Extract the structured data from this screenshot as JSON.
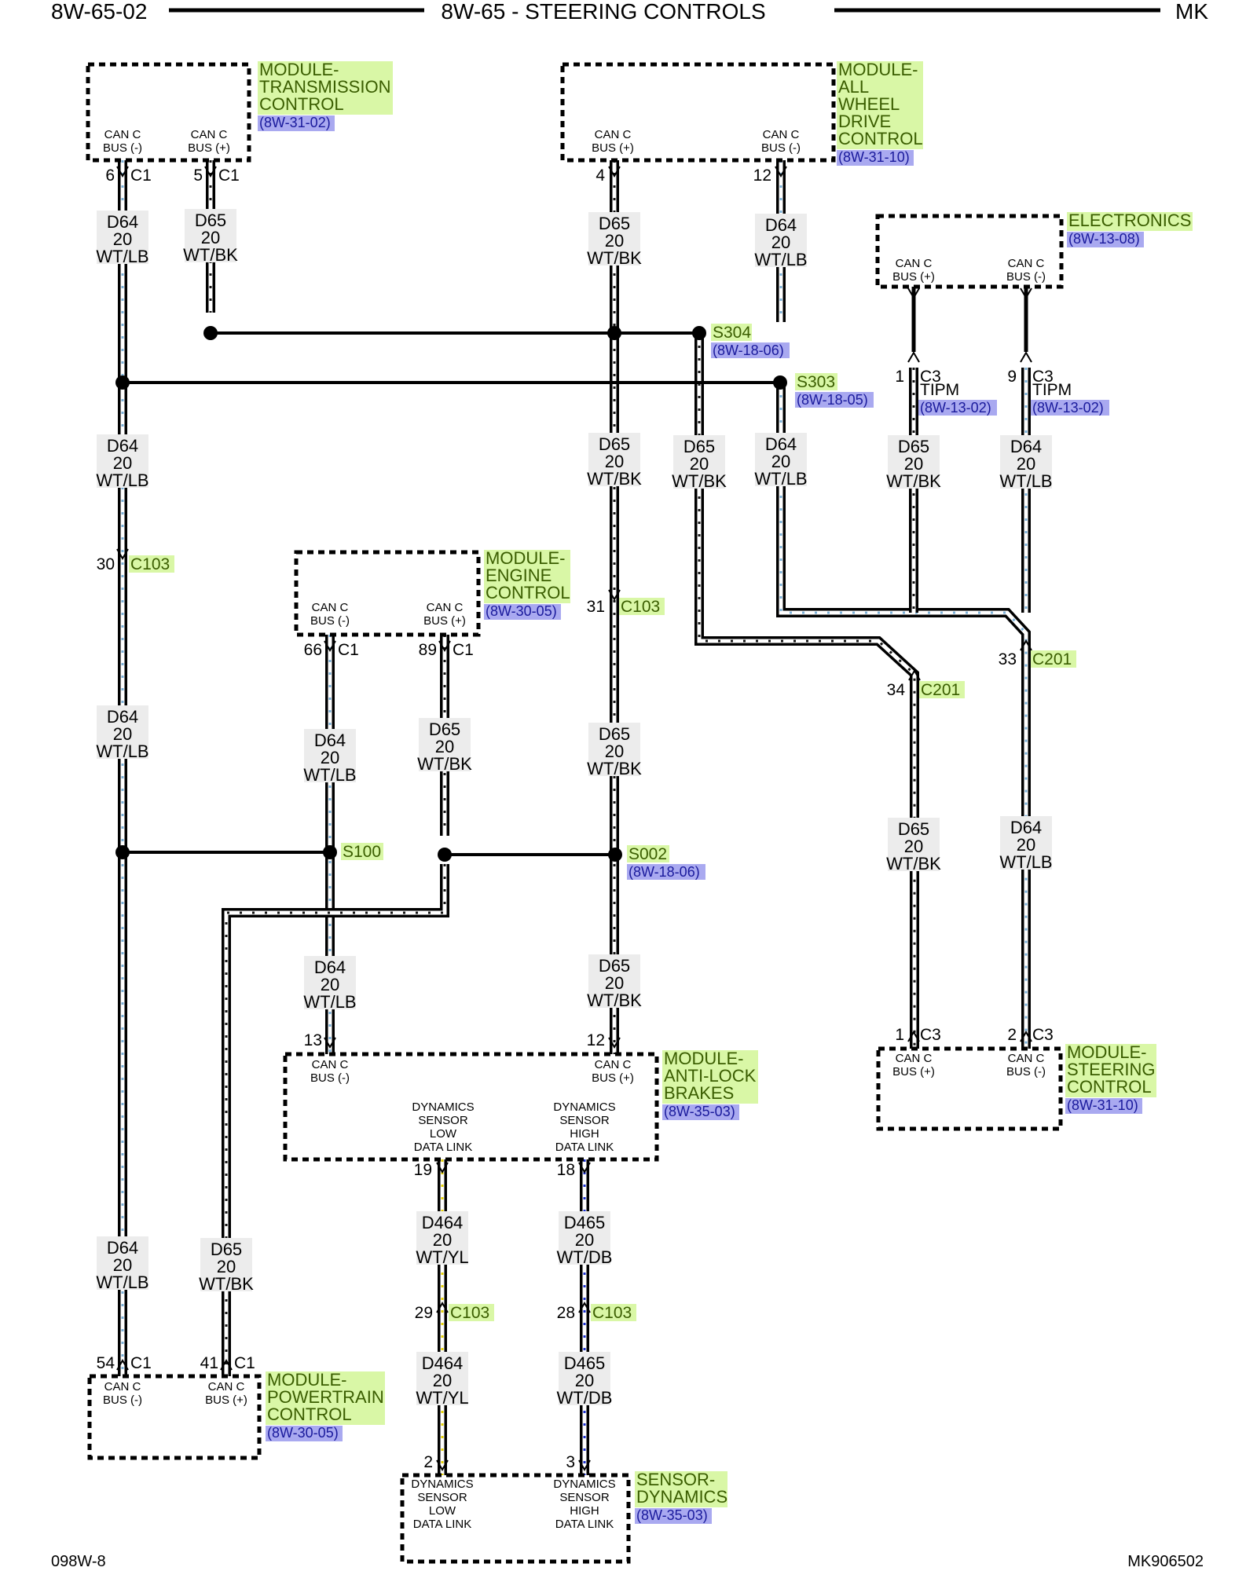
{
  "header": {
    "left": "8W-65-02",
    "center": "8W-65 - STEERING CONTROLS",
    "right": "MK"
  },
  "footer": {
    "left": "098W-8",
    "right": "MK906502"
  },
  "colors": {
    "wt_lb_stripe": "#7ab0d8",
    "wt_bk_stripe": "#111111",
    "wt_yl_stripe": "#e6d200",
    "wt_db_stripe": "#1a2fd0",
    "name_bg": "#d9f7a6",
    "ref_bg": "#a9a9f0"
  },
  "modules": {
    "tcm": {
      "name": [
        "MODULE-",
        "TRANSMISSION",
        "CONTROL"
      ],
      "ref": "(8W-31-02)",
      "pins": [
        [
          "CAN C",
          "BUS (-)"
        ],
        [
          "CAN C",
          "BUS (+)"
        ]
      ]
    },
    "awd": {
      "name": [
        "MODULE-",
        "ALL",
        "WHEEL",
        "DRIVE",
        "CONTROL"
      ],
      "ref": "(8W-31-10)",
      "pins": [
        [
          "CAN C",
          "BUS (+)"
        ],
        [
          "CAN C",
          "BUS (-)"
        ]
      ]
    },
    "elec": {
      "name": [
        "ELECTRONICS"
      ],
      "ref": "(8W-13-08)",
      "pins": [
        [
          "CAN C",
          "BUS (+)"
        ],
        [
          "CAN C",
          "BUS (-)"
        ]
      ]
    },
    "ecm": {
      "name": [
        "MODULE-",
        "ENGINE",
        "CONTROL"
      ],
      "ref": "(8W-30-05)",
      "pins": [
        [
          "CAN C",
          "BUS (-)"
        ],
        [
          "CAN C",
          "BUS (+)"
        ]
      ]
    },
    "abs": {
      "name": [
        "MODULE-",
        "ANTI-LOCK",
        "BRAKES"
      ],
      "ref": "(8W-35-03)",
      "pins": [
        [
          "CAN C",
          "BUS (-)"
        ],
        [
          "CAN C",
          "BUS (+)"
        ],
        [
          "DYNAMICS",
          "SENSOR",
          "LOW",
          "DATA LINK"
        ],
        [
          "DYNAMICS",
          "SENSOR",
          "HIGH",
          "DATA LINK"
        ]
      ]
    },
    "scm": {
      "name": [
        "MODULE-",
        "STEERING",
        "CONTROL"
      ],
      "ref": "(8W-31-10)",
      "pins": [
        [
          "CAN C",
          "BUS (+)"
        ],
        [
          "CAN C",
          "BUS (-)"
        ]
      ]
    },
    "pcm": {
      "name": [
        "MODULE-",
        "POWERTRAIN",
        "CONTROL"
      ],
      "ref": "(8W-30-05)",
      "pins": [
        [
          "CAN C",
          "BUS (-)"
        ],
        [
          "CAN C",
          "BUS (+)"
        ]
      ]
    },
    "sens": {
      "name": [
        "SENSOR-",
        "DYNAMICS"
      ],
      "ref": "(8W-35-03)",
      "pins": [
        [
          "DYNAMICS",
          "SENSOR",
          "LOW",
          "DATA LINK"
        ],
        [
          "DYNAMICS",
          "SENSOR",
          "HIGH",
          "DATA LINK"
        ]
      ]
    }
  },
  "splices": {
    "s304": {
      "name": "S304",
      "ref": "(8W-18-06)"
    },
    "s303": {
      "name": "S303",
      "ref": "(8W-18-05)"
    },
    "s100": {
      "name": "S100"
    },
    "s002": {
      "name": "S002",
      "ref": "(8W-18-06)"
    }
  },
  "tipm": {
    "label": "TIPM",
    "ref": "(8W-13-02)"
  },
  "wires": {
    "d64": [
      "D64",
      "20",
      "WT/LB"
    ],
    "d65": [
      "D65",
      "20",
      "WT/BK"
    ],
    "d464": [
      "D464",
      "20",
      "WT/YL"
    ],
    "d465": [
      "D465",
      "20",
      "WT/DB"
    ]
  },
  "connectors": {
    "c1": "C1",
    "c3": "C3",
    "c103": "C103",
    "c201": "C201"
  },
  "pins": {
    "tcm_neg": "6",
    "tcm_pos": "5",
    "awd_pos": "4",
    "awd_neg": "12",
    "tipm_pos": "1",
    "tipm_neg": "9",
    "c103_d64": "30",
    "c103_d65": "31",
    "ecm_neg": "66",
    "ecm_pos": "89",
    "c201_d65": "34",
    "c201_d64": "33",
    "abs_neg": "13",
    "abs_pos": "12",
    "abs_low": "19",
    "abs_high": "18",
    "c103_low": "29",
    "c103_high": "28",
    "scm_pos": "1",
    "scm_neg": "2",
    "pcm_neg": "54",
    "pcm_pos": "41",
    "sens_low": "2",
    "sens_high": "3"
  }
}
